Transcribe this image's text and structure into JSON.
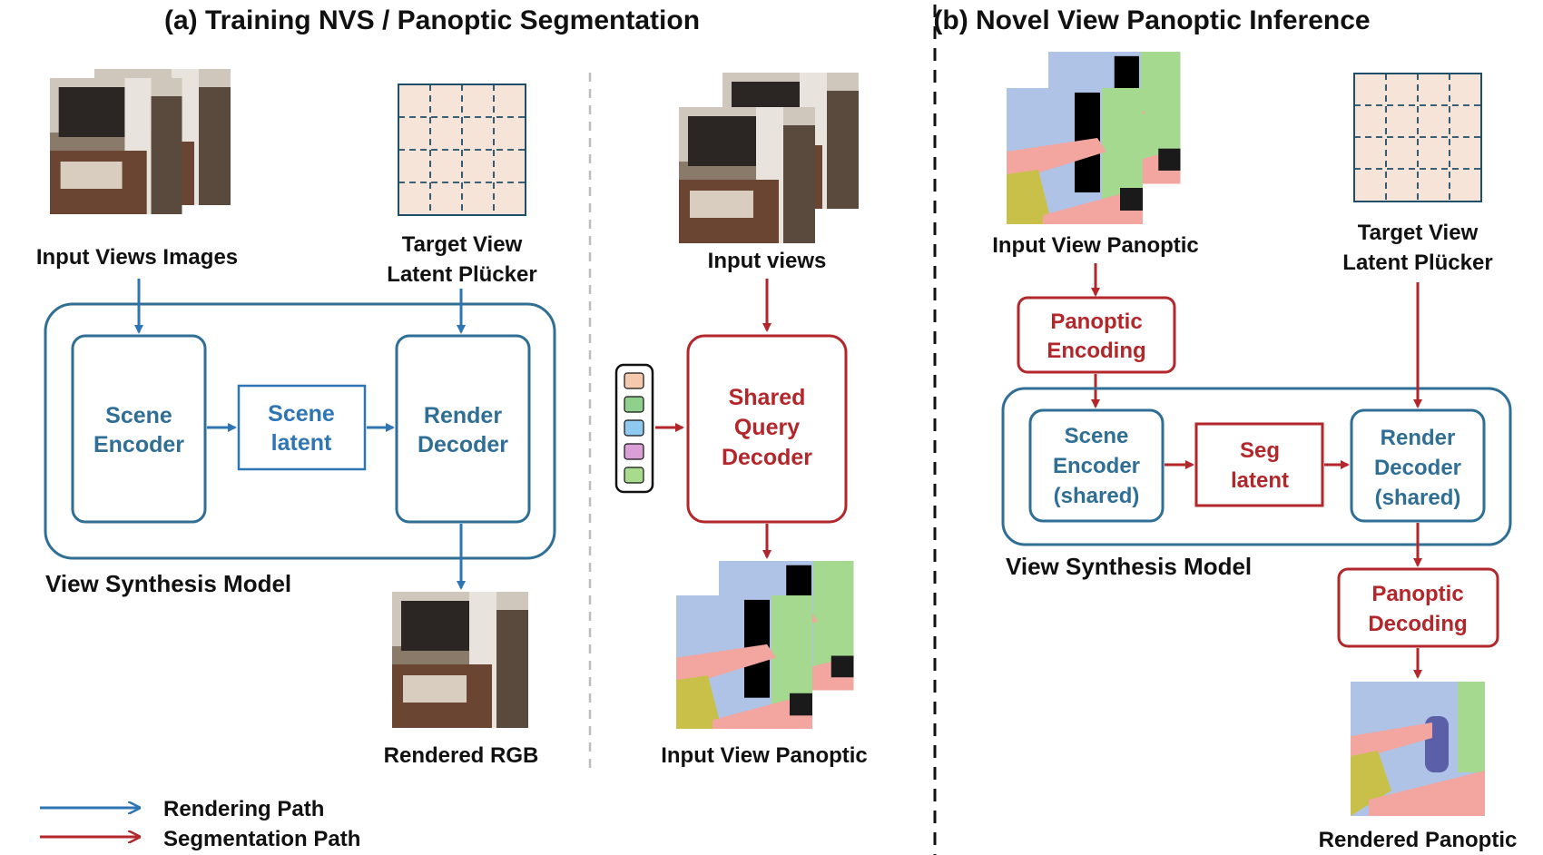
{
  "colors": {
    "blue": "#2e75b6",
    "blue_text": "#2f6e95",
    "red": "#b3262a",
    "plucker_fill": "#f6e4d8",
    "plucker_line": "#1f4e68"
  },
  "panel_a": {
    "title": "(a) Training NVS / Panoptic Segmentation",
    "input_views_label": "Input Views Images",
    "target_view_label_line1": "Target View",
    "target_view_label_line2": "Latent Plücker",
    "scene_encoder_line1": "Scene",
    "scene_encoder_line2": "Encoder",
    "scene_latent_line1": "Scene",
    "scene_latent_line2": "latent",
    "render_decoder_line1": "Render",
    "render_decoder_line2": "Decoder",
    "model_label": "View Synthesis Model",
    "rendered_rgb_label": "Rendered RGB",
    "input_views_seg_label": "Input views",
    "shared_decoder_line1": "Shared",
    "shared_decoder_line2": "Query",
    "shared_decoder_line3": "Decoder",
    "input_view_panoptic_label": "Input View Panoptic",
    "query_token_colors": [
      "#f4c9ad",
      "#8fd18c",
      "#8fc9ef",
      "#d99fd6",
      "#a9db8e"
    ]
  },
  "panel_b": {
    "title": "(b) Novel View Panoptic Inference",
    "input_view_panoptic_label": "Input View Panoptic",
    "target_view_label_line1": "Target View",
    "target_view_label_line2": "Latent Plücker",
    "panoptic_encoding_line1": "Panoptic",
    "panoptic_encoding_line2": "Encoding",
    "scene_encoder_line1": "Scene",
    "scene_encoder_line2": "Encoder",
    "scene_encoder_line3": "(shared)",
    "seg_latent_line1": "Seg",
    "seg_latent_line2": "latent",
    "render_decoder_line1": "Render",
    "render_decoder_line2": "Decoder",
    "render_decoder_line3": "(shared)",
    "model_label": "View Synthesis Model",
    "panoptic_decoding_line1": "Panoptic",
    "panoptic_decoding_line2": "Decoding",
    "rendered_panoptic_label": "Rendered Panoptic"
  },
  "legend": {
    "rendering_path": "Rendering Path",
    "segmentation_path": "Segmentation Path"
  }
}
